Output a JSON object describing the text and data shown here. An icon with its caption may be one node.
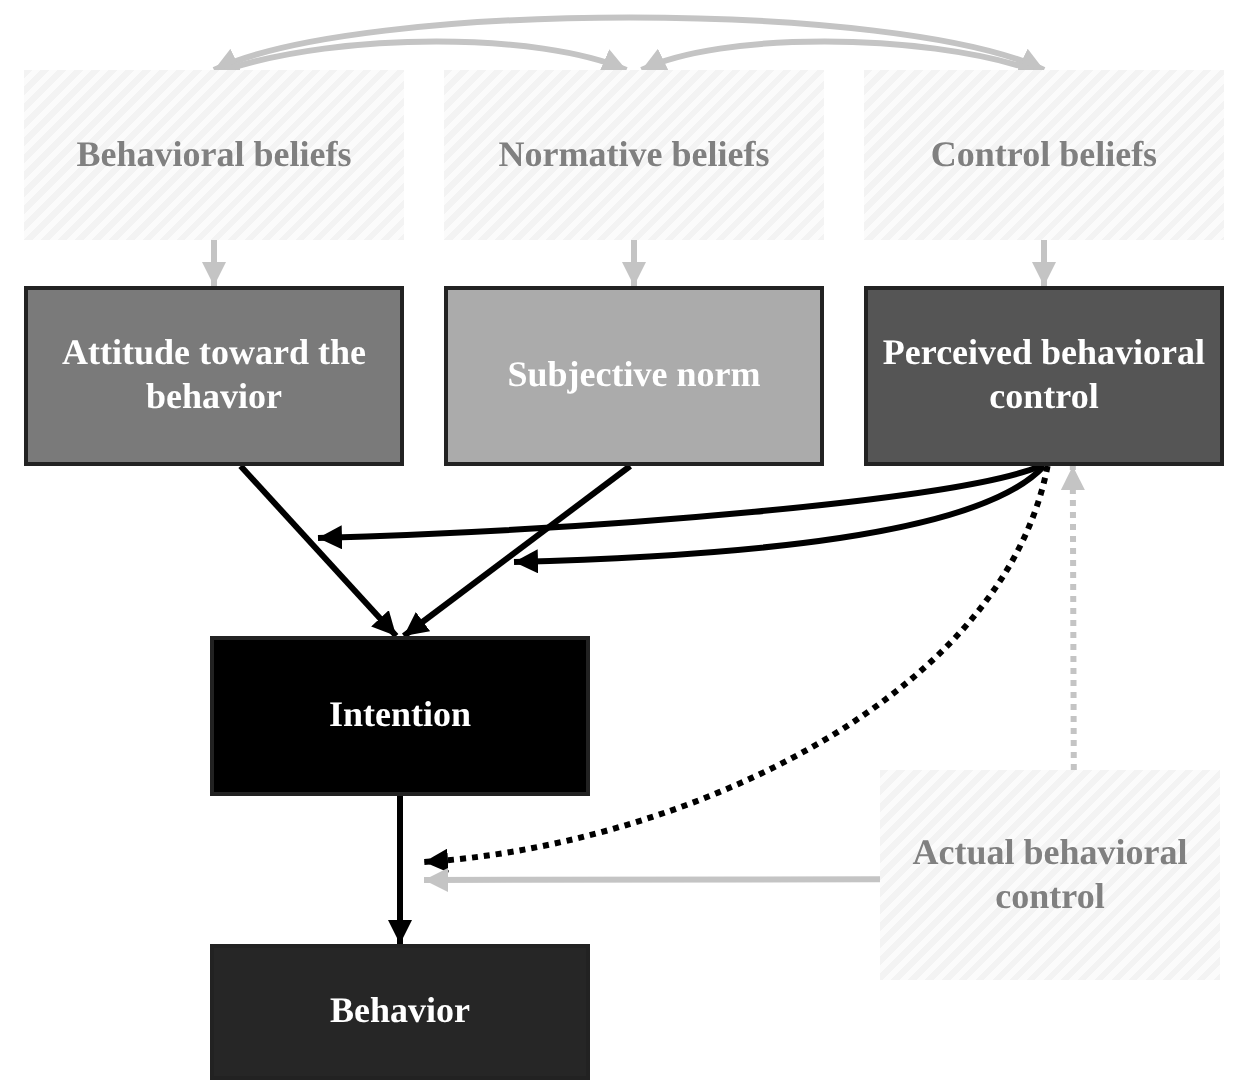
{
  "diagram": {
    "nodes": [
      {
        "text": [
          "Behavioral beliefs"
        ]
      },
      {
        "text": [
          "Normative beliefs"
        ]
      },
      {
        "text": [
          "Control beliefs"
        ]
      },
      {
        "text": [
          "Attitude toward the behavior"
        ]
      },
      {
        "text": [
          "Subjective norm"
        ]
      },
      {
        "text": [
          "Perceived behavioral control"
        ]
      },
      {
        "text": [
          "Intention"
        ]
      },
      {
        "text": [
          "Behavior"
        ]
      },
      {
        "text": [
          "Actual behavioral control"
        ]
      }
    ],
    "edges": [
      {
        "from": 0,
        "to": 2,
        "arrow": "both"
      },
      {
        "from": 0,
        "to": 1,
        "arrow": "to"
      },
      {
        "from": 2,
        "to": 1,
        "arrow": "to"
      },
      {
        "from": 0,
        "to": 3,
        "arrow": "to"
      },
      {
        "from": 1,
        "to": 4,
        "arrow": "to"
      },
      {
        "from": 2,
        "to": 5,
        "arrow": "to"
      },
      {
        "from": 3,
        "to": 6,
        "arrow": "to",
        "color": "#000000"
      },
      {
        "from": 4,
        "to": 6,
        "arrow": "to",
        "color": "#000000"
      },
      {
        "from": 5,
        "to": null,
        "arrow": "to",
        "color": "#000000"
      },
      {
        "from": 5,
        "to": null,
        "arrow": "to",
        "color": "#000000"
      },
      {
        "from": 5,
        "to": null,
        "arrow": "to",
        "style": "dashed",
        "color": "#000000"
      },
      {
        "from": 6,
        "to": 7,
        "arrow": "to",
        "color": "#000000"
      },
      {
        "from": 8,
        "to": null,
        "arrow": "to"
      },
      {
        "from": 8,
        "to": 5,
        "arrow": "to",
        "style": "dashed"
      }
    ]
  }
}
